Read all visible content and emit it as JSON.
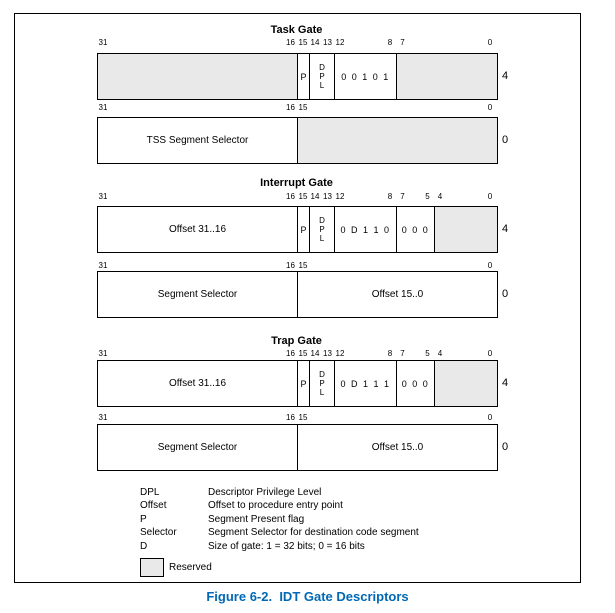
{
  "figure": {
    "caption": "Figure 6-2.  IDT Gate Descriptors"
  },
  "colors": {
    "reserved_fill": "#e9e9e9",
    "line": "#000000",
    "caption_blue": "#0068b5"
  },
  "gates": [
    {
      "title": "Task Gate",
      "rows": [
        {
          "side_label": "4",
          "bit_labels": [
            31,
            16,
            15,
            14,
            13,
            12,
            8,
            7,
            0
          ],
          "fields": [
            {
              "bits": [
                31,
                16
              ],
              "label": "",
              "reserved": true
            },
            {
              "bits": [
                15,
                15
              ],
              "label": "P",
              "flag": true
            },
            {
              "bits": [
                14,
                13
              ],
              "label": "DPL",
              "vertical": true
            },
            {
              "bits": [
                12,
                8
              ],
              "label": "0 0 1 0 1",
              "numeric": true
            },
            {
              "bits": [
                7,
                0
              ],
              "label": "",
              "reserved": true
            }
          ]
        },
        {
          "side_label": "0",
          "bit_labels": [
            31,
            16,
            15,
            0
          ],
          "fields": [
            {
              "bits": [
                31,
                16
              ],
              "label": "TSS Segment Selector"
            },
            {
              "bits": [
                15,
                0
              ],
              "label": "",
              "reserved": true
            }
          ]
        }
      ]
    },
    {
      "title": "Interrupt Gate",
      "rows": [
        {
          "side_label": "4",
          "bit_labels": [
            31,
            16,
            15,
            14,
            13,
            12,
            8,
            7,
            5,
            4,
            0
          ],
          "fields": [
            {
              "bits": [
                31,
                16
              ],
              "label": "Offset 31..16"
            },
            {
              "bits": [
                15,
                15
              ],
              "label": "P",
              "flag": true
            },
            {
              "bits": [
                14,
                13
              ],
              "label": "DPL",
              "vertical": true
            },
            {
              "bits": [
                12,
                8
              ],
              "label": "0 D 1 1 0",
              "numeric": true
            },
            {
              "bits": [
                7,
                5
              ],
              "label": "0 0 0",
              "numeric": true
            },
            {
              "bits": [
                4,
                0
              ],
              "label": "",
              "reserved": true
            }
          ]
        },
        {
          "side_label": "0",
          "bit_labels": [
            31,
            16,
            15,
            0
          ],
          "fields": [
            {
              "bits": [
                31,
                16
              ],
              "label": "Segment Selector"
            },
            {
              "bits": [
                15,
                0
              ],
              "label": "Offset 15..0"
            }
          ]
        }
      ]
    },
    {
      "title": "Trap Gate",
      "rows": [
        {
          "side_label": "4",
          "bit_labels": [
            31,
            16,
            15,
            14,
            13,
            12,
            8,
            7,
            5,
            4,
            0
          ],
          "fields": [
            {
              "bits": [
                31,
                16
              ],
              "label": "Offset 31..16"
            },
            {
              "bits": [
                15,
                15
              ],
              "label": "P",
              "flag": true
            },
            {
              "bits": [
                14,
                13
              ],
              "label": "DPL",
              "vertical": true
            },
            {
              "bits": [
                12,
                8
              ],
              "label": "0 D 1 1 1",
              "numeric": true
            },
            {
              "bits": [
                7,
                5
              ],
              "label": "0 0 0",
              "numeric": true
            },
            {
              "bits": [
                4,
                0
              ],
              "label": "",
              "reserved": true
            }
          ]
        },
        {
          "side_label": "0",
          "bit_labels": [
            31,
            16,
            15,
            0
          ],
          "fields": [
            {
              "bits": [
                31,
                16
              ],
              "label": "Segment Selector"
            },
            {
              "bits": [
                15,
                0
              ],
              "label": "Offset 15..0"
            }
          ]
        }
      ]
    }
  ],
  "legend": {
    "entries": [
      {
        "term": "DPL",
        "definition": "Descriptor Privilege Level"
      },
      {
        "term": "Offset",
        "definition": "Offset to procedure entry point"
      },
      {
        "term": "P",
        "definition": "Segment Present flag"
      },
      {
        "term": "Selector",
        "definition": "Segment Selector for destination code segment"
      },
      {
        "term": "D",
        "definition": "Size of gate: 1 = 32 bits; 0 = 16 bits"
      }
    ],
    "reserved_label": "Reserved"
  }
}
